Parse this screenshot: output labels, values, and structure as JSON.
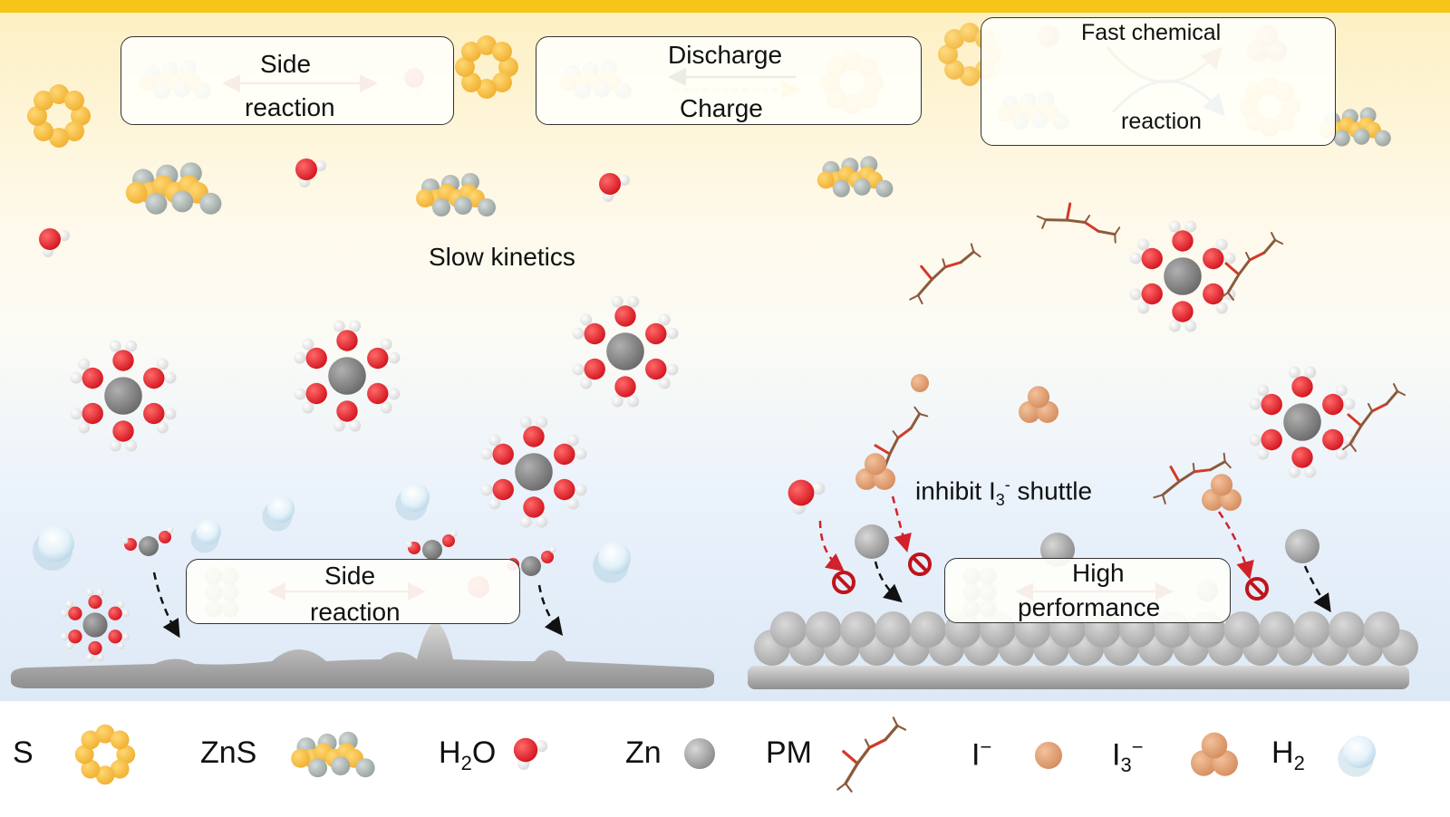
{
  "colors": {
    "top_bar": "#f5c518",
    "sulfur": "#f7bd3a",
    "zinc_sulfide_zn": "#a9b3b1",
    "oxygen": "#e0212b",
    "hydrogen": "#ffffff",
    "zinc": "#7c7c7c",
    "iodide": "#e0a074",
    "pm_bond": "#8b5a3c",
    "pm_oxygen": "#d33a2a",
    "arrow_red": "#b01a1a",
    "arrow_dashed_yellow": "#f0c419",
    "arc_brown": "#b8652a",
    "arc_blue": "#3d72c2",
    "h2_bubble": "#cfe6f3",
    "block_red": "#c0131b"
  },
  "left_panel": {
    "box_side_reaction_top": {
      "line1": "Side",
      "line2": "reaction"
    },
    "slow_kinetics": "Slow kinetics",
    "box_side_reaction_bottom": {
      "line1": "Side",
      "line2": "reaction"
    }
  },
  "center_box": {
    "top": "Discharge",
    "bottom": "Charge"
  },
  "right_panel": {
    "box_fast_chemical": {
      "line1": "Fast chemical",
      "line2": "reaction"
    },
    "inhibit_label": {
      "prefix": "inhibit I",
      "sub": "3",
      "sup": "-",
      "suffix": " shuttle"
    },
    "box_high_performance": {
      "line1": "High",
      "line2": "performance"
    }
  },
  "legend": [
    {
      "key": "S",
      "label": "S",
      "icon": "sulfur-ring-icon"
    },
    {
      "key": "ZnS",
      "label": "ZnS",
      "icon": "zns-cluster-icon"
    },
    {
      "key": "H2O",
      "label_main": "H",
      "label_sub": "2",
      "label_tail": "O",
      "icon": "water-molecule-icon"
    },
    {
      "key": "Zn",
      "label": "Zn",
      "icon": "zinc-atom-icon"
    },
    {
      "key": "PM",
      "label": "PM",
      "icon": "pm-molecule-icon"
    },
    {
      "key": "I-",
      "label_main": "I",
      "label_sup": "−",
      "icon": "iodide-ion-icon"
    },
    {
      "key": "I3-",
      "label_main": "I",
      "label_sub": "3",
      "label_sup": "−",
      "icon": "triiodide-icon"
    },
    {
      "key": "H2",
      "label_main": "H",
      "label_sub": "2",
      "icon": "hydrogen-bubble-icon"
    }
  ]
}
